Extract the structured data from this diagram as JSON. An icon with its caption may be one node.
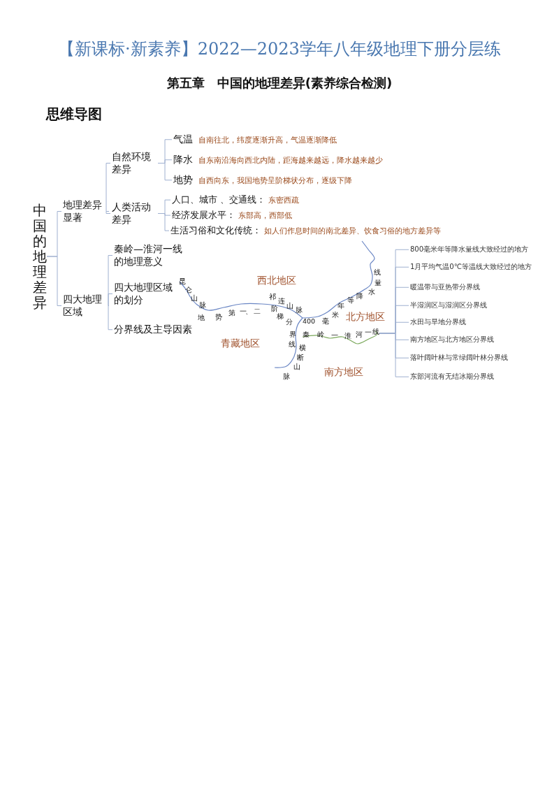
{
  "diagram": {
    "title": "第五章　中国的地理差异(素养综合检测)",
    "nodes": [
      {
        "text": [
          "中国的地理差异"
        ]
      },
      {
        "text": [
          "地理差异显著"
        ]
      },
      {
        "text": [
          "自然环境差异"
        ]
      },
      {
        "text": [
          "气温"
        ],
        "beside": [
          "自南往北，纬度逐渐升高，气温逐渐降低"
        ]
      },
      {
        "text": [
          "降水"
        ],
        "beside": [
          "自东南沿海向西北内陆，距海越来越远，降水越来越少"
        ]
      },
      {
        "text": [
          "地势"
        ],
        "beside": [
          "自西向东，我国地势呈阶梯状分布，逐级下降"
        ]
      },
      {
        "text": [
          "人类活动差异"
        ]
      },
      {
        "text": [
          "人口、城市 、交通线："
        ],
        "beside": [
          "东密西疏"
        ]
      },
      {
        "text": [
          "经济发展水平："
        ],
        "beside": [
          "东部高，西部低"
        ]
      },
      {
        "text": [
          "生活习俗和文化传统："
        ],
        "beside": [
          "如人们作息时间的南北差异、饮食习俗的地方差异等"
        ]
      },
      {
        "text": [
          "四大地理区域"
        ]
      },
      {
        "text": [
          "秦岭—淮河一线的地理意义"
        ]
      },
      {
        "text": [
          "四大地理区域的划分"
        ]
      },
      {
        "text": [
          "分界线及主导因素"
        ]
      },
      {
        "text": [
          "秦岭—淮河一线"
        ]
      },
      {
        "text": [
          "800毫米年等降水量线大致经过的地方"
        ]
      },
      {
        "text": [
          "1月平均气温0℃等温线大致经过的地方"
        ]
      },
      {
        "text": [
          "暖温带与亚热带分界线"
        ]
      },
      {
        "text": [
          "半湿润区与湿润区分界线"
        ]
      },
      {
        "text": [
          "水田与旱地分界线"
        ]
      },
      {
        "text": [
          "南方地区与北方地区分界线"
        ]
      },
      {
        "text": [
          "落叶阔叶林与常绿阔叶林分界线"
        ]
      },
      {
        "text": [
          "东部河流有无结冰期分界线"
        ]
      }
    ],
    "edges": [
      {
        "from": 0,
        "to": 1,
        "arrow": "none"
      },
      {
        "from": 0,
        "to": 10,
        "arrow": "none"
      },
      {
        "from": 1,
        "to": 2,
        "arrow": "none"
      },
      {
        "from": 1,
        "to": 6,
        "arrow": "none"
      },
      {
        "from": 2,
        "to": 3,
        "arrow": "none"
      },
      {
        "from": 2,
        "to": 4,
        "arrow": "none"
      },
      {
        "from": 2,
        "to": 5,
        "arrow": "none"
      },
      {
        "from": 6,
        "to": 7,
        "arrow": "none"
      },
      {
        "from": 6,
        "to": 8,
        "arrow": "none"
      },
      {
        "from": 6,
        "to": 9,
        "arrow": "none"
      },
      {
        "from": 10,
        "to": 11,
        "arrow": "none"
      },
      {
        "from": 10,
        "to": 12,
        "arrow": "none"
      },
      {
        "from": 10,
        "to": 13,
        "arrow": "none"
      },
      {
        "from": 14,
        "to": 15,
        "arrow": "none"
      },
      {
        "from": 14,
        "to": 16,
        "arrow": "none"
      },
      {
        "from": 14,
        "to": 17,
        "arrow": "none"
      },
      {
        "from": 14,
        "to": 18,
        "arrow": "none"
      },
      {
        "from": 14,
        "to": 19,
        "arrow": "none"
      },
      {
        "from": 14,
        "to": 20,
        "arrow": "none"
      },
      {
        "from": 14,
        "to": 21,
        "arrow": "none"
      },
      {
        "from": 14,
        "to": 22,
        "arrow": "none"
      }
    ],
    "labels": [
      "【新课标·新素养】2022—2023学年八年级地理下册分层练",
      "思维导图",
      "西北地区",
      "昆仑山脉",
      "祁连山脉",
      "地势第一、二阶梯分界线",
      "400毫米年等降水量线",
      "北方地区",
      "青藏地区",
      "横断山脉",
      "南方地区"
    ]
  }
}
